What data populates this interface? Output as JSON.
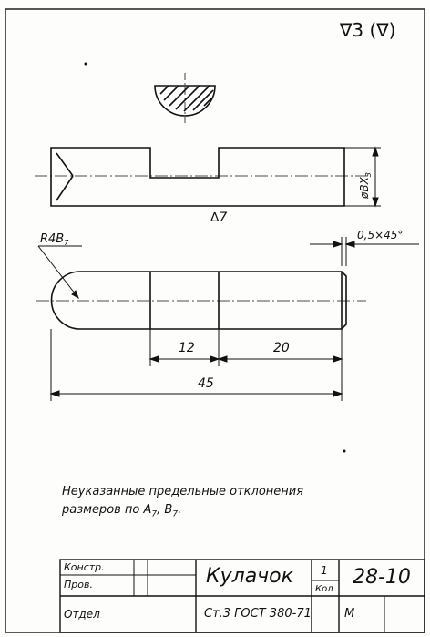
{
  "roughness": {
    "symbol": "∇",
    "text": "3 (∇)"
  },
  "section_marks": {
    "surface": "∆7"
  },
  "dimensions": {
    "diameter": "øВХ",
    "diameter_sub": "3",
    "chamfer": "0,5×45°",
    "radius": "R4В",
    "radius_sub": "7",
    "len_a": "12",
    "len_b": "20",
    "len_total": "45"
  },
  "note": {
    "line1": "Неуказанные предельные отклонения",
    "line2_prefix": "размеров по А",
    "a_sub": "7",
    "mid": ", В",
    "b_sub": "7",
    "end": "."
  },
  "title_block": {
    "konstr": "Констр.",
    "prov": "Пров.",
    "otdel": "Отдел",
    "part_name": "Кулачок",
    "qty": "1",
    "qty_label": "Кол",
    "code": "28-10",
    "material": "Ст.3 ГОСТ 380-71",
    "m_label": "М"
  }
}
